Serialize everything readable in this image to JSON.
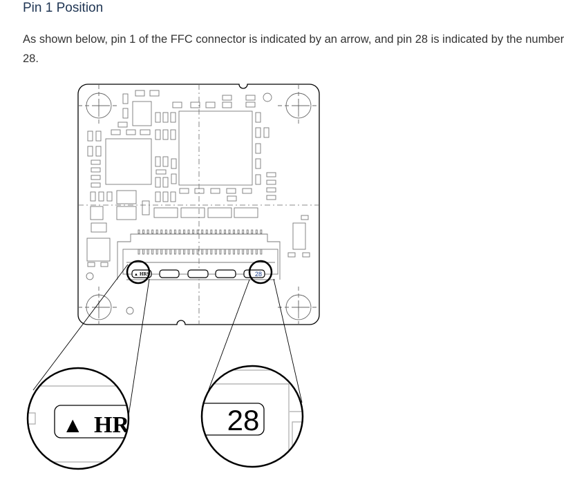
{
  "section": {
    "title": "Pin 1 Position",
    "description": "As shown below, pin 1 of the FFC connector is indicated by an arrow, and pin 28 is indicated by the number 28."
  },
  "diagram": {
    "pin1_marker": "▲",
    "connector_logo": "HRS",
    "pin28_label": "28",
    "line_color": "#000000",
    "component_color": "#777777"
  }
}
